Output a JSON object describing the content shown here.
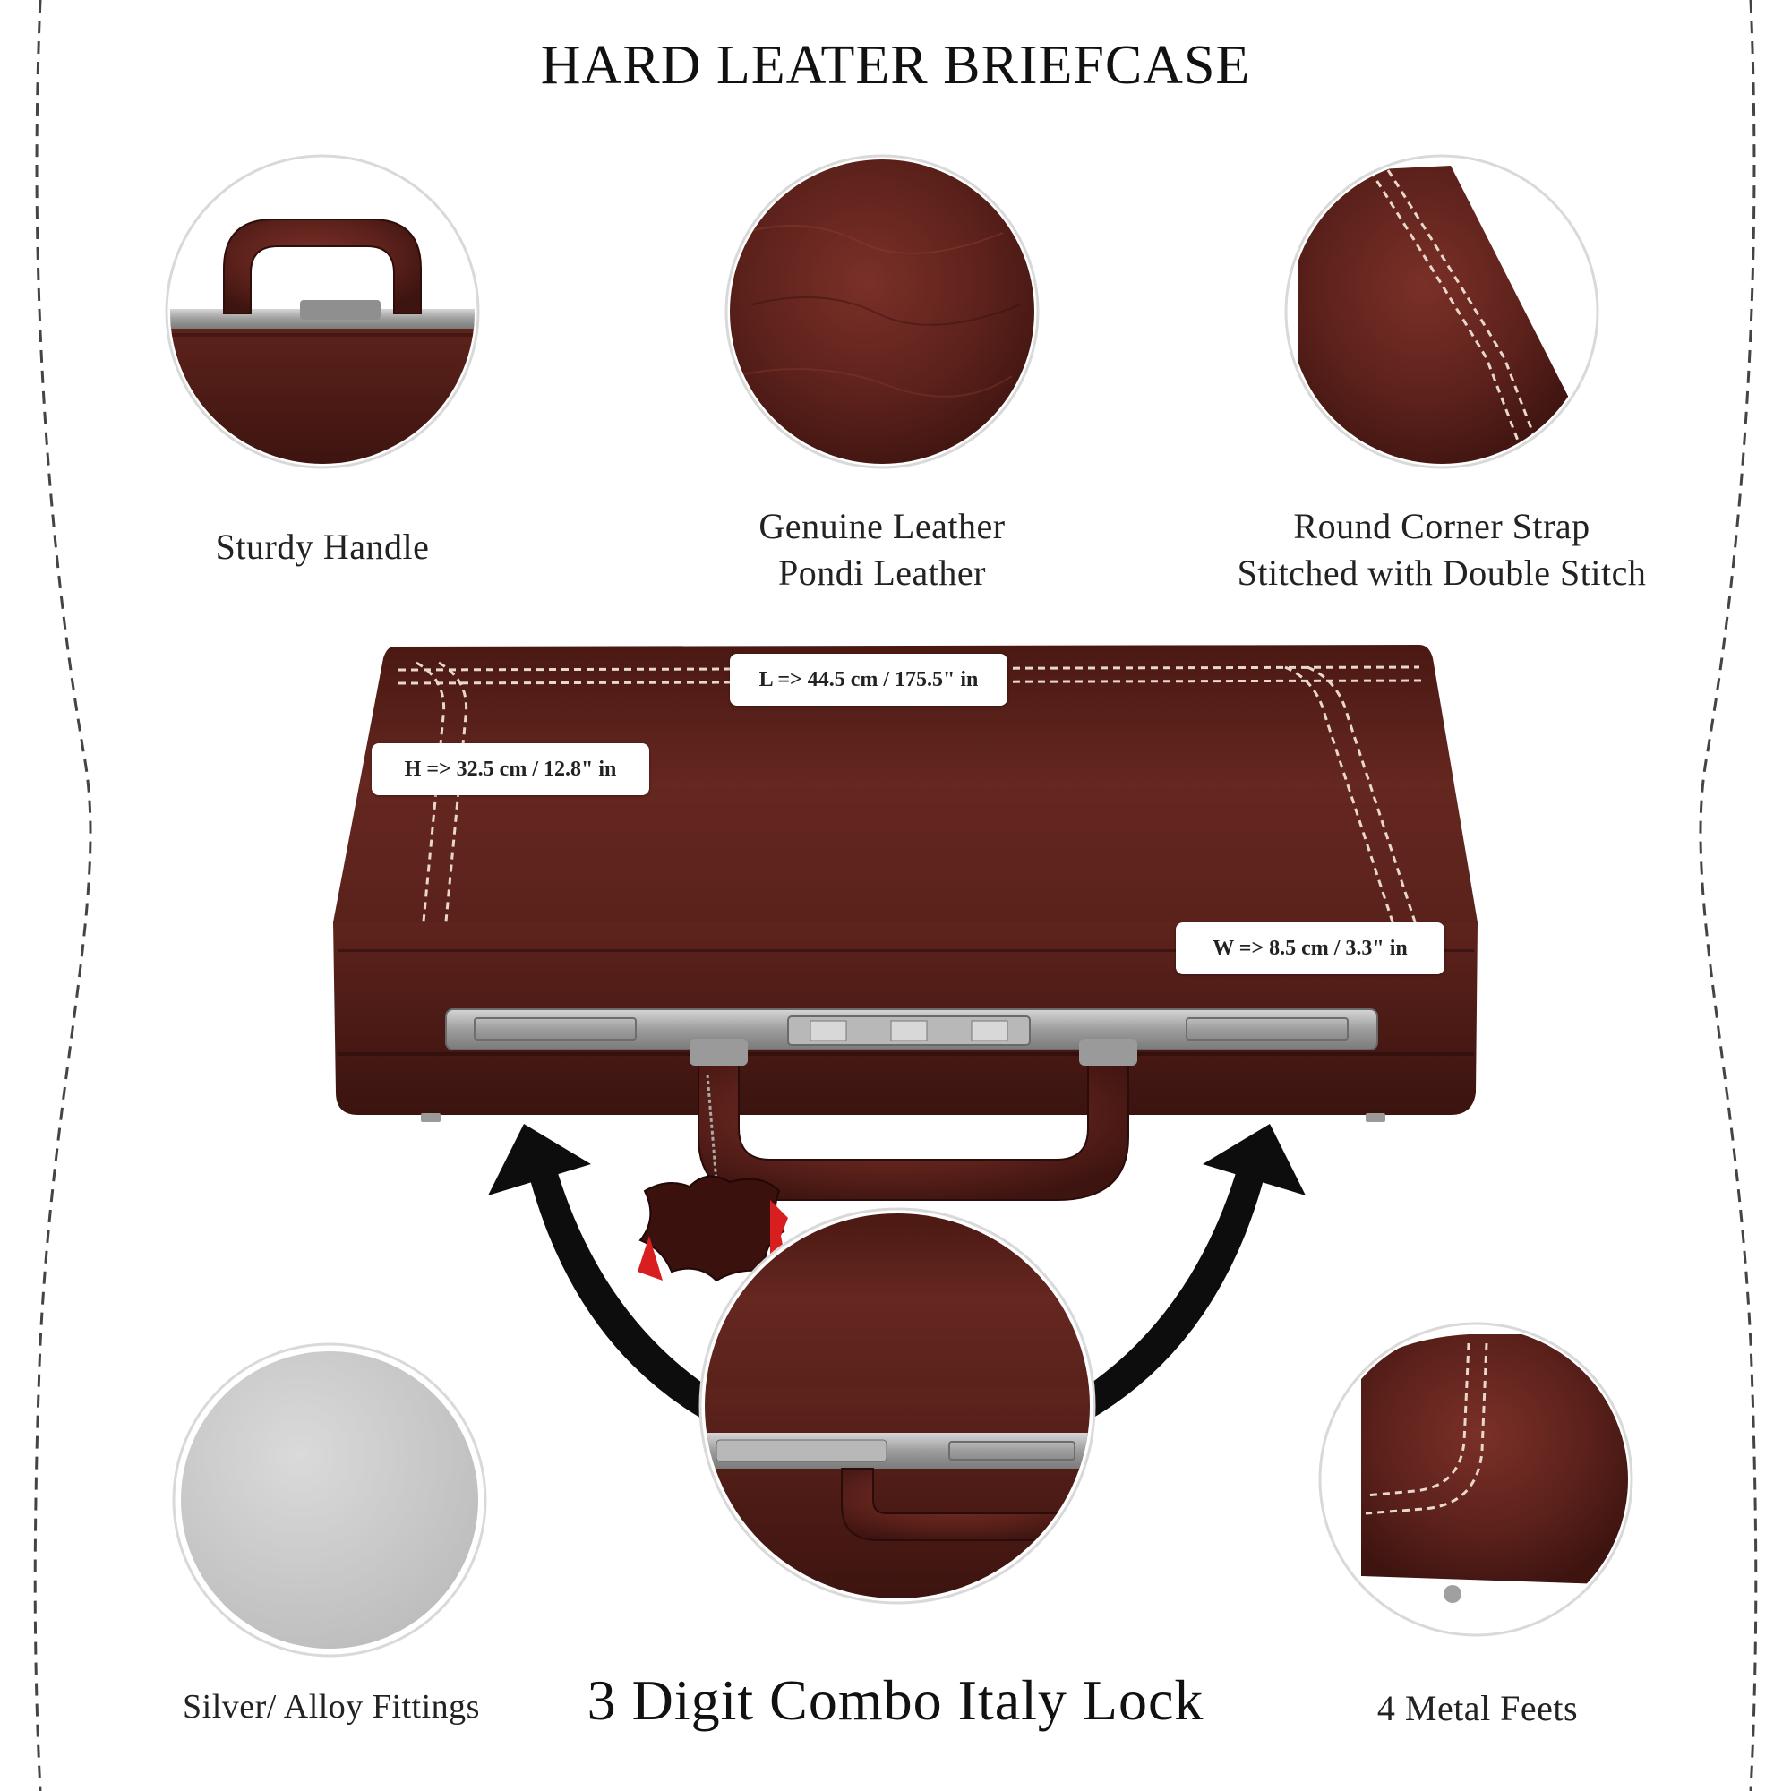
{
  "title": "HARD LEATER BRIEFCASE",
  "features": {
    "handle": "Sturdy Handle",
    "leather": [
      "Genuine Leather",
      "Pondi Leather"
    ],
    "strap": [
      "Round Corner Strap",
      "Stitched with Double Stitch"
    ],
    "fittings": "Silver/ Alloy Fittings",
    "lock": "3 Digit Combo Italy Lock",
    "feet": "4 Metal Feets"
  },
  "dimensions": {
    "length": "L => 44.5 cm / 175.5\" in",
    "height": "H => 32.5 cm / 12.8\" in",
    "width": "W => 8.5 cm / 3.3\" in"
  },
  "colors": {
    "leather_dark": "#3e1410",
    "leather_mid": "#5c211b",
    "leather_light": "#7a3028",
    "stitch": "#e8d8cc",
    "metal": "#a6a6a6",
    "silver_swatch": "#c9c9c9",
    "arrow": "#0d0d0d",
    "border": "#444444"
  },
  "icons": {
    "tag": "leather-hide-tag-icon",
    "arrows": "curved-arrow-icon"
  }
}
